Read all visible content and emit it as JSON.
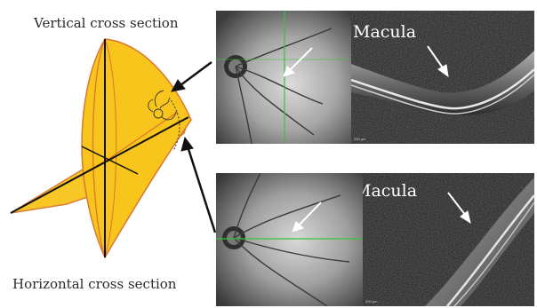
{
  "labels": {
    "vertical": "Vertical cross section",
    "horizontal": "Horizontal cross section"
  },
  "panels": {
    "top": {
      "oct_label": "Macula",
      "scale_label": "200 µm"
    },
    "bottom": {
      "oct_label": "Macula",
      "scale_label": "200 µm"
    }
  },
  "colors": {
    "eye_fill": "#f7c51b",
    "eye_stroke": "#d9782e",
    "scan_line": "#39c23a"
  },
  "icons": [
    "arrow-icon",
    "eye-diagram",
    "fundus-image",
    "oct-scan"
  ]
}
